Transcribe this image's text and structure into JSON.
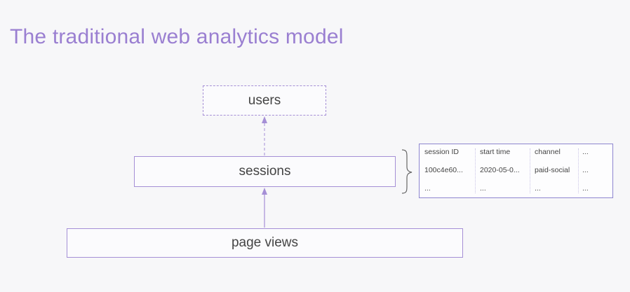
{
  "slide": {
    "title": "The traditional web analytics model"
  },
  "diagram": {
    "users_label": "users",
    "sessions_label": "sessions",
    "pageviews_label": "page views"
  },
  "session_table": {
    "headers": [
      "session ID",
      "start time",
      "channel",
      "..."
    ],
    "rows": [
      [
        "100c4e60...",
        "2020-05-0...",
        "paid-social",
        "..."
      ],
      [
        "...",
        "...",
        "...",
        "..."
      ]
    ]
  },
  "colors": {
    "accent": "#9a7fd1",
    "box_border": "#a58fd6",
    "table_border": "#8d85cf"
  }
}
